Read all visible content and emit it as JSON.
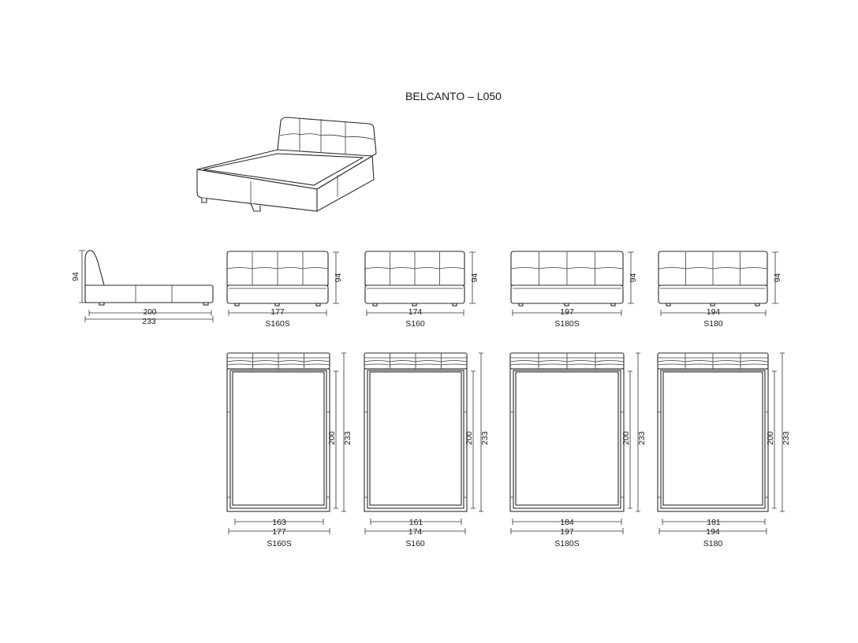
{
  "title": "BELCANTO – L050",
  "side_view": {
    "height": "94",
    "inner_length": "200",
    "outer_length": "233"
  },
  "front_views": [
    {
      "model": "S160S",
      "width": "177",
      "height": "94"
    },
    {
      "model": "S160",
      "width": "174",
      "height": "94"
    },
    {
      "model": "S180S",
      "width": "197",
      "height": "94"
    },
    {
      "model": "S180",
      "width": "194",
      "height": "94"
    }
  ],
  "plan_views": [
    {
      "model": "S160S",
      "inner_width": "163",
      "outer_width": "177",
      "inner_length": "200",
      "outer_length": "233"
    },
    {
      "model": "S160",
      "inner_width": "161",
      "outer_width": "174",
      "inner_length": "200",
      "outer_length": "233"
    },
    {
      "model": "S180S",
      "inner_width": "184",
      "outer_width": "197",
      "inner_length": "200",
      "outer_length": "233"
    },
    {
      "model": "S180",
      "inner_width": "181",
      "outer_width": "194",
      "inner_length": "200",
      "outer_length": "233"
    }
  ]
}
